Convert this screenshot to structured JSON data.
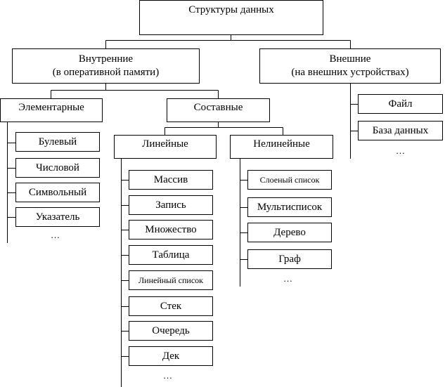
{
  "root": {
    "label": "Структуры данных"
  },
  "internal": {
    "line1": "Внутренние",
    "line2": "(в оперативной памяти)"
  },
  "external": {
    "line1": "Внешние",
    "line2": "(на внешних устройствах)",
    "items": [
      "Файл",
      "База данных"
    ],
    "ellipsis": "…"
  },
  "elementary": {
    "label": "Элементарные",
    "items": [
      "Булевый",
      "Числовой",
      "Символьный",
      "Указатель"
    ],
    "ellipsis": "…"
  },
  "composite": {
    "label": "Составные"
  },
  "linear": {
    "label": "Линейные",
    "items": [
      "Массив",
      "Запись",
      "Множество",
      "Таблица",
      "Линейный список",
      "Стек",
      "Очередь",
      "Дек"
    ],
    "ellipsis": "…"
  },
  "nonlinear": {
    "label": "Нелинейные",
    "items": [
      "Слоеный список",
      "Мультисписок",
      "Дерево",
      "Граф"
    ],
    "ellipsis": "…"
  }
}
